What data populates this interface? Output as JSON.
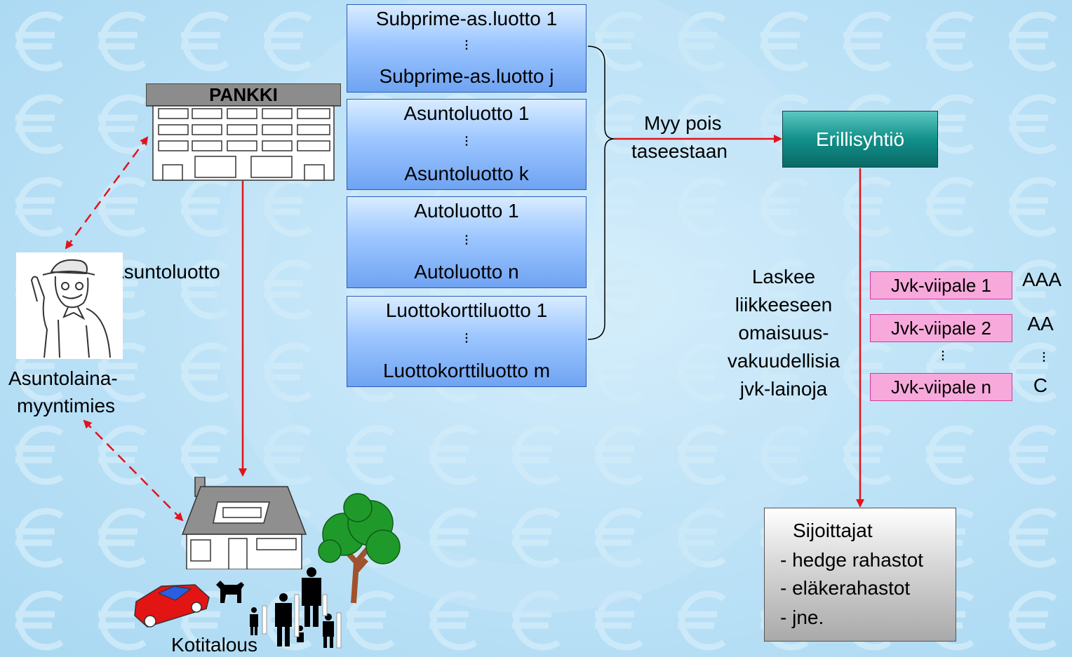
{
  "bank": {
    "title": "PANKKI"
  },
  "loans": [
    {
      "first": "Subprime-as.luotto 1",
      "dots": "⋮",
      "last": "Subprime-as.luotto j"
    },
    {
      "first": "Asuntoluotto 1",
      "dots": "⋮",
      "last": "Asuntoluotto k"
    },
    {
      "first": "Autoluotto 1",
      "dots": "⋮",
      "last": "Autoluotto n"
    },
    {
      "first": "Luottokorttiluotto 1",
      "dots": "⋮",
      "last": "Luottokorttiluotto m"
    }
  ],
  "sell_label": {
    "line1": "Myy pois",
    "line2": "taseestaan"
  },
  "spv": {
    "label": "Erillisyhtiö"
  },
  "issue_label": [
    "Laskee",
    "liikkeeseen",
    "omaisuus-",
    "vakuudellisia",
    "jvk-lainoja"
  ],
  "tranches": [
    {
      "label": "Jvk-viipale 1",
      "rating": "AAA"
    },
    {
      "label": "Jvk-viipale 2",
      "rating": "AA"
    },
    {
      "label": "Jvk-viipale n",
      "rating": "C"
    }
  ],
  "tranche_dots": "⋮",
  "investors": {
    "title": "Sijoittajat",
    "items": [
      "- hedge rahastot",
      "- eläkerahastot",
      "- jne."
    ]
  },
  "mortgage_label": "Asuntoluotto",
  "salesman": {
    "line1": "Asuntolaina-",
    "line2": "myyntimies"
  },
  "household": {
    "label": "Kotitalous"
  },
  "colors": {
    "arrow": "#e0141c",
    "loan_box": "#7fb0f5",
    "spv": "#12908a",
    "tranche": "#f8a9dc",
    "investors": "#c8c8c8"
  }
}
